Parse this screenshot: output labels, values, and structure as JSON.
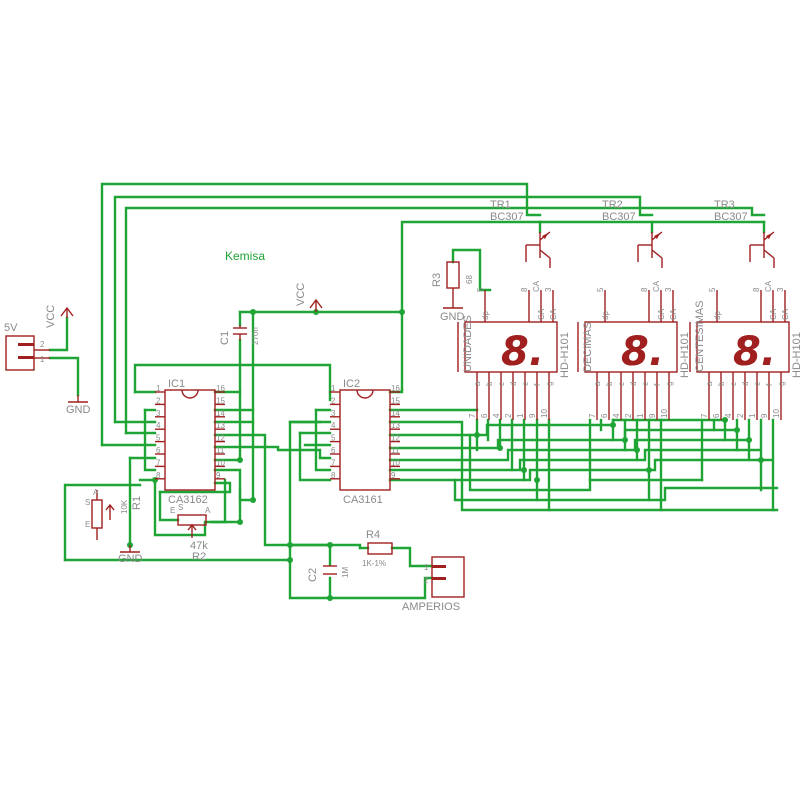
{
  "notes": {
    "title": "Kemisa"
  },
  "power": {
    "vcc_label": "VCC",
    "gnd_label": "GND",
    "supply_label": "5V",
    "pin1": "1",
    "pin2": "2"
  },
  "ic1": {
    "ref": "IC1",
    "value": "CA3162",
    "left_pins": [
      "1",
      "2",
      "3",
      "4",
      "5",
      "6",
      "7",
      "8"
    ],
    "right_pins": [
      "16",
      "15",
      "14",
      "13",
      "12",
      "11",
      "10",
      "9"
    ]
  },
  "ic2": {
    "ref": "IC2",
    "value": "CA3161",
    "left_pins": [
      "1",
      "2",
      "3",
      "4",
      "5",
      "6",
      "7",
      "8"
    ],
    "right_pins": [
      "16",
      "15",
      "14",
      "13",
      "12",
      "11",
      "10",
      "9"
    ]
  },
  "c1": {
    "ref": "C1",
    "value": "270n"
  },
  "c2": {
    "ref": "C2",
    "value": "1M"
  },
  "r1": {
    "ref": "R1",
    "value": "10K",
    "pin_s": "S",
    "pin_a": "A",
    "pin_e": "E"
  },
  "r2": {
    "ref": "R2",
    "value": "47k",
    "pin_e": "E",
    "pin_a": "A",
    "pin_s": "S"
  },
  "r3": {
    "ref": "R3",
    "value": "68"
  },
  "r4": {
    "ref": "R4",
    "value": "1K-1%"
  },
  "ammeter": {
    "label": "AMPERIOS",
    "pin1": "1",
    "pin2": "2"
  },
  "transistors": [
    {
      "ref": "TR1",
      "value": "BC307"
    },
    {
      "ref": "TR2",
      "value": "BC307"
    },
    {
      "ref": "TR3",
      "value": "BC307"
    }
  ],
  "displays": [
    {
      "part": "HD-H101",
      "name": "UNIDADES"
    },
    {
      "part": "HD-H101",
      "name": "DECIMAS"
    },
    {
      "part": "HD-H101",
      "name": "CENTESIMAS"
    }
  ],
  "display_glyph": "8.",
  "display_top_pins": [
    "5",
    "8",
    "CA",
    "3"
  ],
  "display_top_inner": [
    "dp",
    "CA",
    "CA"
  ],
  "display_bottom_pins": [
    "7",
    "6",
    "4",
    "2",
    "1",
    "9",
    "10"
  ],
  "display_bottom_inner": [
    "a",
    "b",
    "c",
    "d",
    "e",
    "f",
    "g"
  ]
}
